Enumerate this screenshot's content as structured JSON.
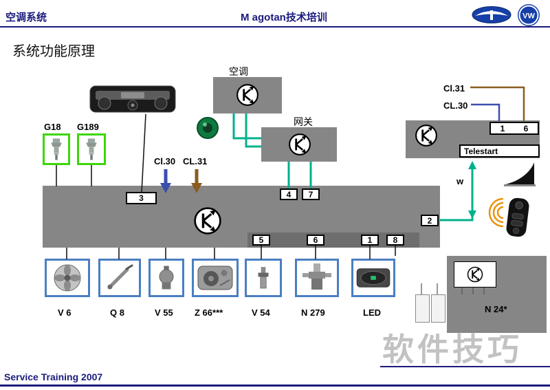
{
  "header": {
    "left": "空调系统",
    "center": "M agotan技术培训"
  },
  "title": "系统功能原理",
  "colors": {
    "bus_teal": "#00B08C",
    "cl30_blue": "#3A4FAE",
    "cl31_brown": "#8A5C20",
    "sensor_green_border": "#3CD60A",
    "component_blue_border": "#4A7EC2",
    "navy": "#1A1A7E",
    "box_gray": "#868686"
  },
  "diagram": {
    "ac": {
      "label": "空调"
    },
    "gateway": {
      "label": "网关"
    },
    "right": {
      "cl31": "Cl.31",
      "cl30": "CL.30",
      "telestart": "Telestart",
      "pin1": "1",
      "pin6": "6",
      "w": "w"
    },
    "sensors": {
      "g18": "G18",
      "g189": "G189"
    },
    "mid_terms": {
      "cl30": "Cl.30",
      "cl31": "CL.31"
    },
    "pins": {
      "p3": "3",
      "p4": "4",
      "p7": "7",
      "p2": "2",
      "p5": "5",
      "p6": "6",
      "p1": "1",
      "p8": "8"
    },
    "n24": {
      "label": "N 24*"
    },
    "components": [
      {
        "label": "V 6",
        "icon": "fan-icon"
      },
      {
        "label": "Q 8",
        "icon": "probe-icon"
      },
      {
        "label": "V 55",
        "icon": "pump-icon"
      },
      {
        "label": "Z 66***",
        "icon": "heater-icon"
      },
      {
        "label": "V 54",
        "icon": "valve-icon"
      },
      {
        "label": "N 279",
        "icon": "solenoid-valve-icon"
      },
      {
        "label": "LED",
        "icon": "led-display-icon"
      }
    ]
  },
  "watermark": "软件技巧",
  "footer": "Service Training  2007"
}
